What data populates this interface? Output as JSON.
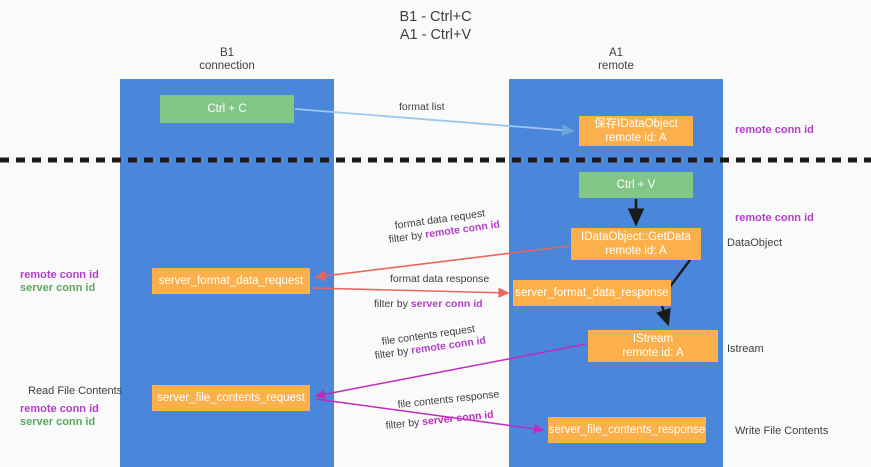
{
  "title": {
    "line1": "B1 - Ctrl+C",
    "line2": "A1 - Ctrl+V"
  },
  "lanes": [
    {
      "id": "b1",
      "name": "B1",
      "subtitle": "connection"
    },
    {
      "id": "a1",
      "name": "A1",
      "subtitle": "remote"
    }
  ],
  "boxes": {
    "ctrl_c": {
      "label": "Ctrl + C",
      "color": "#82c785"
    },
    "save_dataobject": {
      "line1": "保存IDataObject",
      "line2": "remote id: A",
      "color": "#fbb04c"
    },
    "ctrl_v": {
      "label": "Ctrl + V",
      "color": "#82c785"
    },
    "getdata": {
      "line1": "IDataObject::GetData",
      "line2": "remote id: A",
      "color": "#fbb04c"
    },
    "server_format_data_request": {
      "label": "server_format_data_request",
      "color": "#fbb04c"
    },
    "server_format_data_response": {
      "label": "server_format_data_response",
      "color": "#fbb04c"
    },
    "istream": {
      "line1": "IStream",
      "line2": "remote id: A",
      "color": "#fbb04c"
    },
    "server_file_contents_request": {
      "label": "server_file_contents_request",
      "color": "#fbb04c"
    },
    "server_file_contents_response": {
      "label": "server_file_contents_response",
      "color": "#fbb04c"
    }
  },
  "arrow_labels": {
    "format_list": "format list",
    "format_data_request": "format data request",
    "format_data_request_filter_prefix": "filter by ",
    "format_data_request_filter_key": "remote conn id",
    "format_data_response": "format data response",
    "format_data_response_filter_prefix": "filter by ",
    "format_data_response_filter_key": "server conn id",
    "file_contents_request": "file contents request",
    "file_contents_request_filter_prefix": "filter by ",
    "file_contents_request_filter_key": "remote conn id",
    "file_contents_response": "file contents response",
    "file_contents_response_filter_prefix": "filter by ",
    "file_contents_response_filter_key": "server conn id"
  },
  "notes": {
    "right_remote_conn_id_top": "remote conn id",
    "right_remote_conn_id_mid": "remote conn id",
    "right_dataobject": "DataObject",
    "right_istream": "Istream",
    "right_write_file_contents": "Write File Contents",
    "left_remote_conn_id_top": "remote conn id",
    "left_server_conn_id_top": "server conn id",
    "left_read_file_contents": "Read File Contents",
    "left_remote_conn_id_bottom": "remote conn id",
    "left_server_conn_id_bottom": "server conn id"
  },
  "colors": {
    "lane": "#4a86d9",
    "green_box": "#82c785",
    "orange_box": "#fbb04c",
    "purple_text": "#b23fc8",
    "green_text": "#5aa85f",
    "arrow_lightblue": "#9fc7ee",
    "arrow_red": "#e8675b",
    "arrow_magenta": "#c02bbd",
    "arrow_black": "#1a1a1a",
    "divider": "#1a1a1a",
    "background": "#fafafa"
  },
  "divider": {
    "style": "dashed",
    "orientation": "horizontal"
  }
}
